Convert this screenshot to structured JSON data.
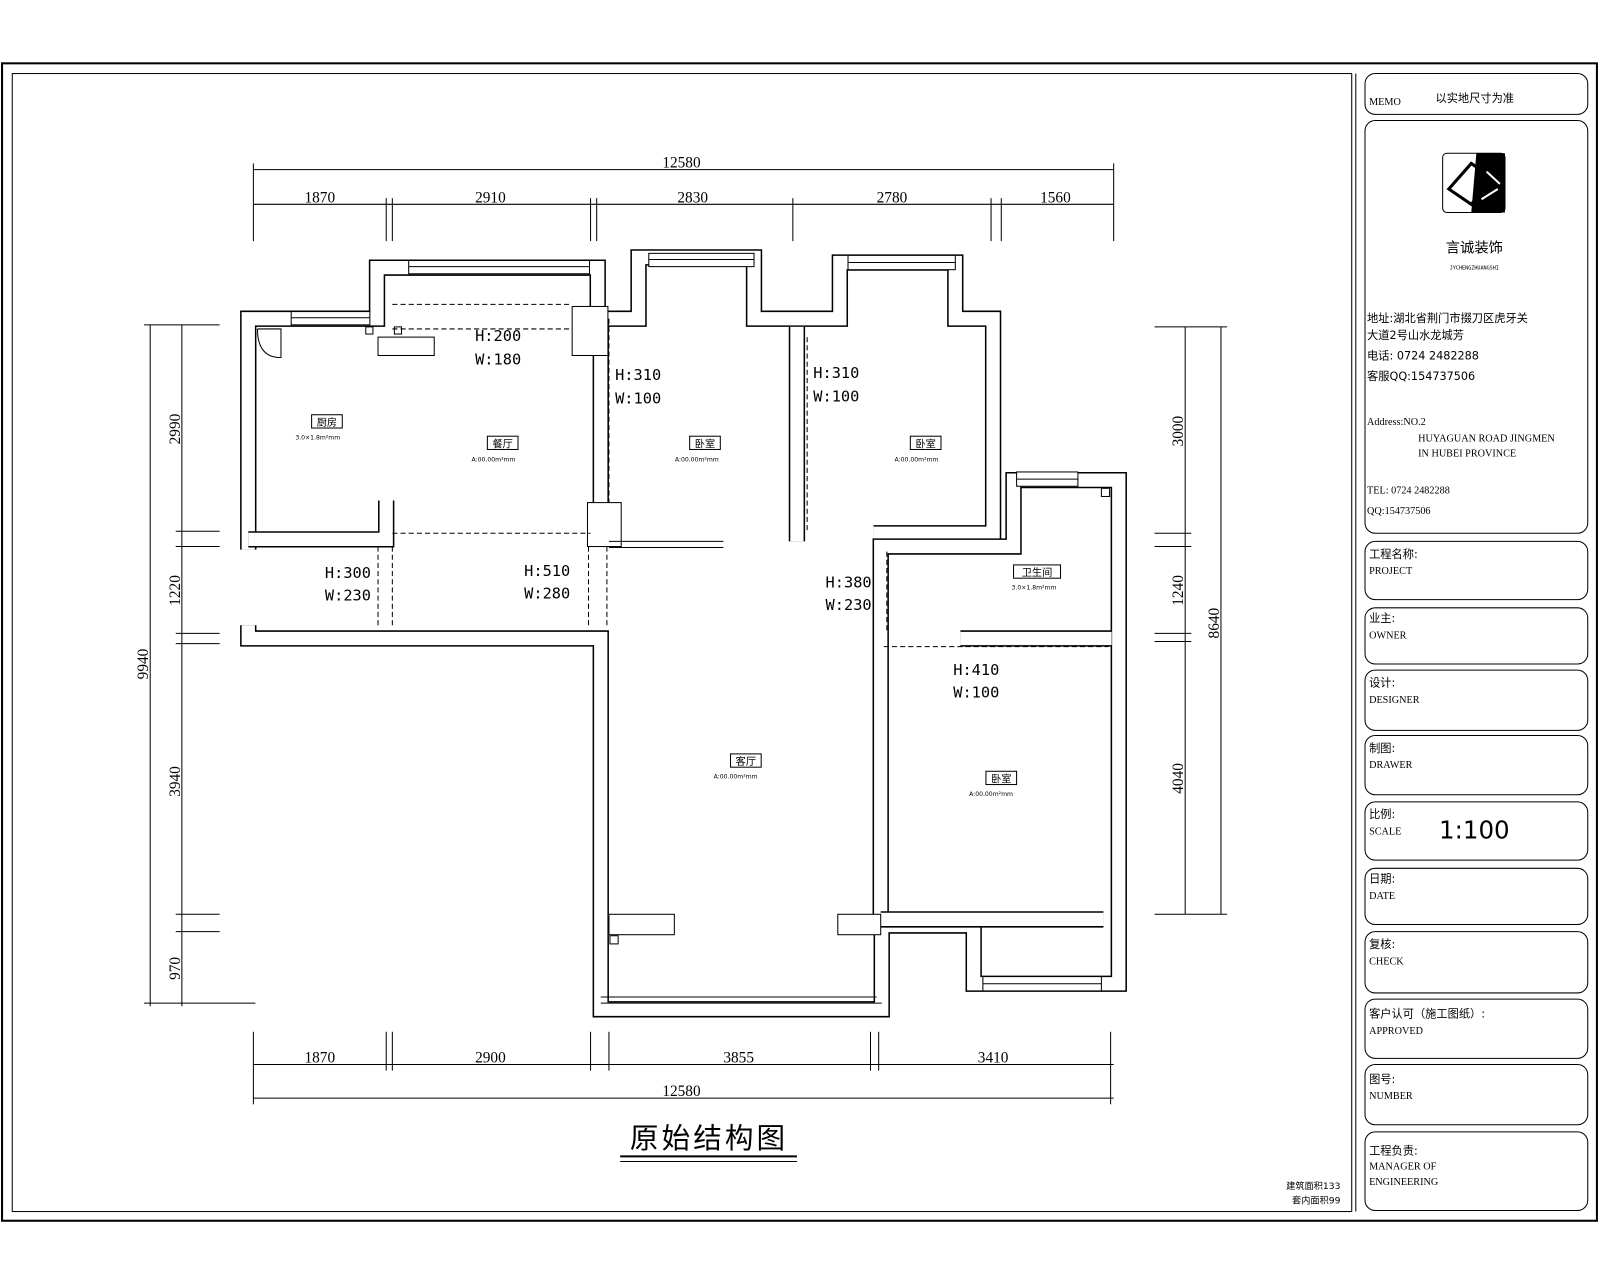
{
  "plan": {
    "title": "原始结构图",
    "dims_top": {
      "total": "12580",
      "segments": [
        "1870",
        "2910",
        "2830",
        "2780",
        "1560"
      ]
    },
    "dims_bottom": {
      "total": "12580",
      "segments": [
        "1870",
        "2900",
        "3855",
        "3410"
      ]
    },
    "dims_left": {
      "total": "9940",
      "segments": [
        "2990",
        "1220",
        "3940",
        "970"
      ]
    },
    "dims_right": {
      "total": "8640",
      "segments": [
        "3000",
        "1240",
        "4040"
      ]
    },
    "openings": [
      {
        "h": "H:200",
        "w": "W:180"
      },
      {
        "h": "H:310",
        "w": "W:100"
      },
      {
        "h": "H:310",
        "w": "W:100"
      },
      {
        "h": "H:300",
        "w": "W:230"
      },
      {
        "h": "H:510",
        "w": "W:280"
      },
      {
        "h": "H:380",
        "w": "W:230"
      },
      {
        "h": "H:410",
        "w": "W:100"
      }
    ],
    "rooms": [
      {
        "name": "厨房",
        "area": "3.0×1.8m²mm"
      },
      {
        "name": "餐厅",
        "area": "A:00.00m²mm"
      },
      {
        "name": "卧室",
        "area": "A:00.00m²mm"
      },
      {
        "name": "卧室",
        "area": "A:00.00m²mm"
      },
      {
        "name": "卫生间",
        "area": "3.0×1.8m²mm"
      },
      {
        "name": "客厅",
        "area": "A:00.00m²mm"
      },
      {
        "name": "卧室",
        "area": "A:00.00m²mm"
      }
    ],
    "area_notes": [
      "建筑面积133",
      "套内面积99"
    ]
  },
  "title_block": {
    "memo_label": "MEMO",
    "memo_text": "以实地尺寸为准",
    "company": "言诚装饰",
    "company_en": "JYCHENGZHUANGSHI",
    "address_cn": [
      "地址:湖北省荆门市掇刀区虎牙关",
      "大道2号山水龙城芳"
    ],
    "phone_cn": "电话: 0724 2482288",
    "qq_cn": "客服QQ:154737506",
    "address_en": [
      "Address:NO.2",
      "HUYAGUAN ROAD JINGMEN",
      "IN HUBEI PROVINCE"
    ],
    "tel_en": "TEL: 0724 2482288",
    "qq_en": "QQ:154737506",
    "fields": [
      {
        "cn": "工程名称:",
        "en": "PROJECT"
      },
      {
        "cn": "业主:",
        "en": "OWNER"
      },
      {
        "cn": "设计:",
        "en": "DESIGNER"
      },
      {
        "cn": "制图:",
        "en": "DRAWER"
      },
      {
        "cn": "比例:",
        "en": "SCALE",
        "value": "1:100"
      },
      {
        "cn": "日期:",
        "en": "DATE"
      },
      {
        "cn": "复核:",
        "en": "CHECK"
      },
      {
        "cn": "客户认可（施工图纸）:",
        "en": "APPROVED"
      },
      {
        "cn": "图号:",
        "en": "NUMBER"
      },
      {
        "cn": "工程负责:",
        "en": "MANAGER OF",
        "en2": "ENGINEERING"
      }
    ]
  }
}
